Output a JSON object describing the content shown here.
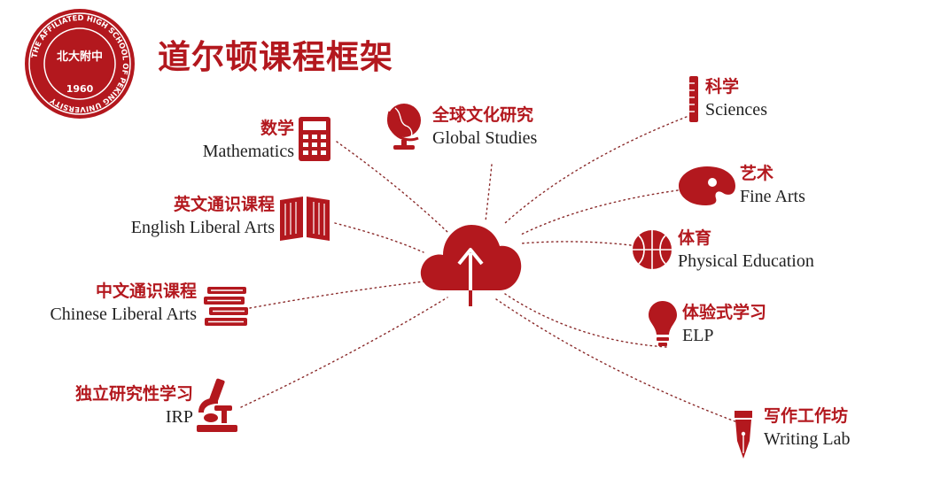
{
  "title": "道尔顿课程框架",
  "seal": {
    "ring_text": "THE AFFILIATED HIGH SCHOOL OF PEKING UNIVERSITY",
    "center_glyphs": "北大附中",
    "year": "1960"
  },
  "colors": {
    "accent": "#b3181e",
    "text": "#222222"
  },
  "center_node": {
    "icon": "cloud-upload-icon"
  },
  "nodes": {
    "math": {
      "zh": "数学",
      "en": "Mathematics",
      "icon": "calculator-icon"
    },
    "english": {
      "zh": "英文通识课程",
      "en": "English Liberal Arts",
      "icon": "open-book-icon"
    },
    "chinese": {
      "zh": "中文通识课程",
      "en": "Chinese Liberal Arts",
      "icon": "book-stack-icon"
    },
    "irp": {
      "zh": "独立研究性学习",
      "en": "IRP",
      "icon": "microscope-icon"
    },
    "global": {
      "zh": "全球文化研究",
      "en": "Global Studies",
      "icon": "globe-icon"
    },
    "sciences": {
      "zh": "科学",
      "en": "Sciences",
      "icon": "thermometer-icon"
    },
    "arts": {
      "zh": "艺术",
      "en": "Fine Arts",
      "icon": "palette-icon"
    },
    "pe": {
      "zh": "体育",
      "en": "Physical Education",
      "icon": "basketball-icon"
    },
    "elp": {
      "zh": "体验式学习",
      "en": "ELP",
      "icon": "lightbulb-icon"
    },
    "writing": {
      "zh": "写作工作坊",
      "en": "Writing Lab",
      "icon": "fountain-pen-icon"
    }
  }
}
